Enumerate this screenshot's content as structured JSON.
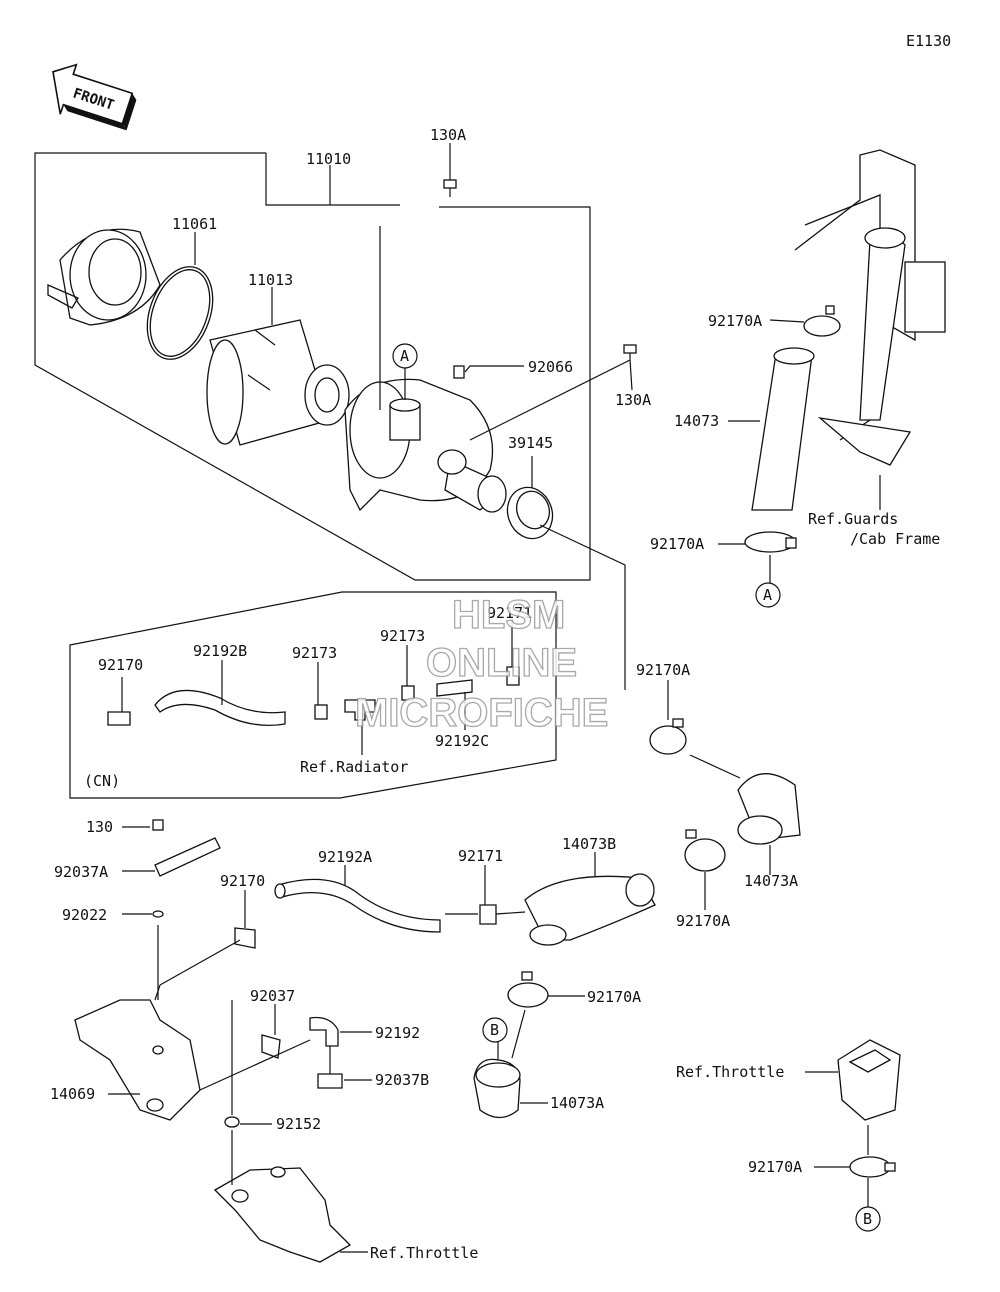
{
  "diagram_code": "E1130",
  "front_label": "FRONT",
  "watermark": [
    "HLSM",
    "ONLINE",
    "MICROFICHE"
  ],
  "region_label": "(CN)",
  "refs": {
    "A": "A",
    "B": "B"
  },
  "ref_text": {
    "guards_1": "Ref.Guards",
    "guards_2": "/Cab Frame",
    "radiator": "Ref.Radiator",
    "throttle_right": "Ref.Throttle",
    "throttle_bottom": "Ref.Throttle"
  },
  "parts": {
    "p11010": "11010",
    "p130A_top": "130A",
    "p11061": "11061",
    "p11013": "11013",
    "p92066": "92066",
    "p130A_right": "130A",
    "p39145": "39145",
    "p92170A_top": "92170A",
    "p14073": "14073",
    "p92170A_mid": "92170A",
    "p92171_cn": "92171",
    "p92170_cn": "92170",
    "p92192B": "92192B",
    "p92173_a": "92173",
    "p92173_b": "92173",
    "p92192C": "92192C",
    "p92170A_cn": "92170A",
    "p130": "130",
    "p92037A": "92037A",
    "p92022": "92022",
    "p92170": "92170",
    "p92192A": "92192A",
    "p92171": "92171",
    "p14073B": "14073B",
    "p14073A_right": "14073A",
    "p92170A_low": "92170A",
    "p92170A_b": "92170A",
    "p92037": "92037",
    "p92192": "92192",
    "p92037B": "92037B",
    "p14069": "14069",
    "p14073A_low": "14073A",
    "p92152": "92152",
    "p92170A_br": "92170A"
  }
}
